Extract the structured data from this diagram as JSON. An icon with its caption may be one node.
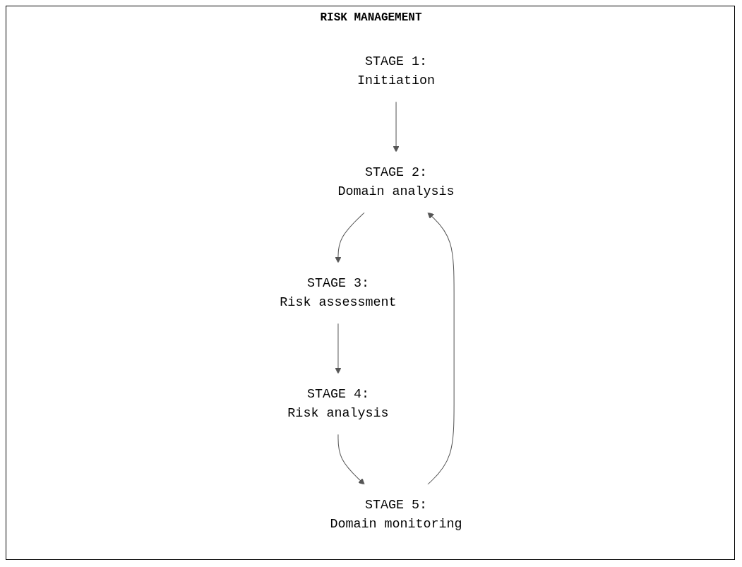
{
  "diagram": {
    "nodes": [
      {
        "text": [
          "STAGE 1:",
          "Initiation"
        ]
      },
      {
        "text": [
          "STAGE 2:",
          "Domain analysis"
        ]
      },
      {
        "text": [
          "STAGE 3:",
          "Risk assessment"
        ]
      },
      {
        "text": [
          "STAGE 4:",
          "Risk analysis"
        ]
      },
      {
        "text": [
          "STAGE 5:",
          "Domain monitoring"
        ]
      }
    ],
    "edges": [
      {
        "from": 0,
        "to": 1,
        "arrow": "to"
      },
      {
        "from": 1,
        "to": 2,
        "arrow": "to"
      },
      {
        "from": 2,
        "to": 3,
        "arrow": "to"
      },
      {
        "from": 3,
        "to": 4,
        "arrow": "to"
      },
      {
        "from": 4,
        "to": 1,
        "arrow": "to"
      }
    ],
    "labels": [
      "RISK MANAGEMENT"
    ]
  }
}
